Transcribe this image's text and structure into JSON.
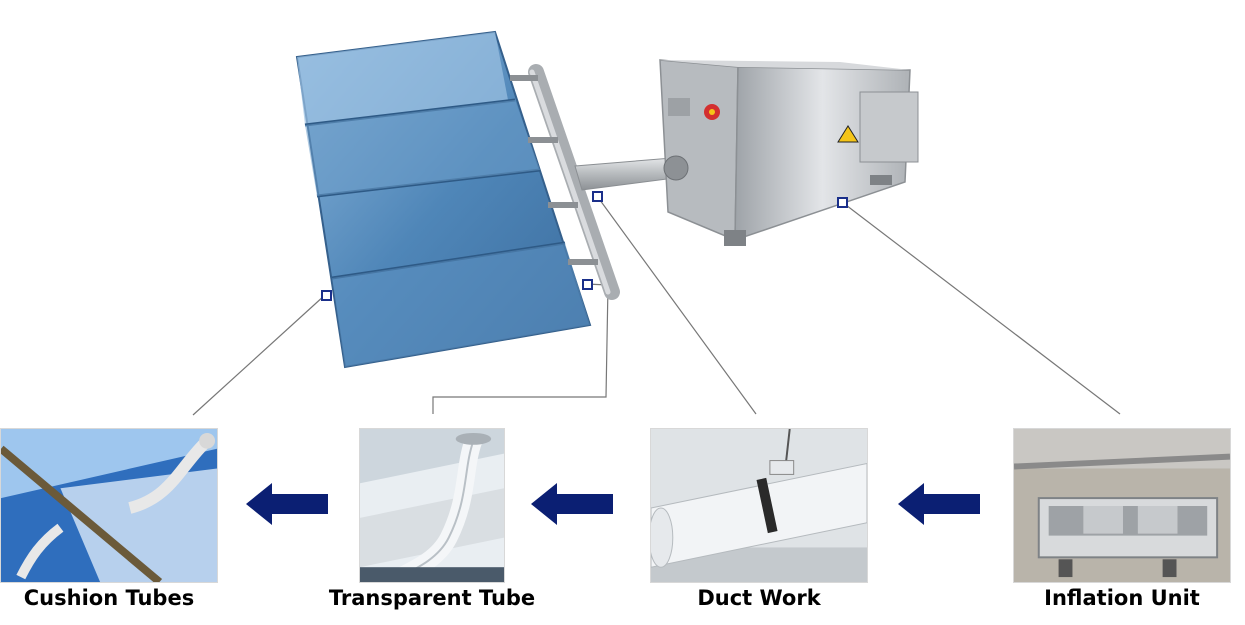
{
  "components": [
    {
      "id": "cushion",
      "label": "Cushion Tubes",
      "photo_icon": "cushion-tubes-photo"
    },
    {
      "id": "transparent",
      "label": "Transparent Tube",
      "photo_icon": "transparent-tube-photo"
    },
    {
      "id": "duct",
      "label": "Duct Work",
      "photo_icon": "duct-work-photo"
    },
    {
      "id": "inflation",
      "label": "Inflation Unit",
      "photo_icon": "inflation-unit-photo"
    }
  ],
  "flow_direction": "right-to-left",
  "colors": {
    "arrow": "#0b1f73",
    "marker": "#1a2f8a",
    "leader_line": "#777777",
    "panel_blue": "#4f86b8",
    "steel": "#c9ccd0"
  }
}
